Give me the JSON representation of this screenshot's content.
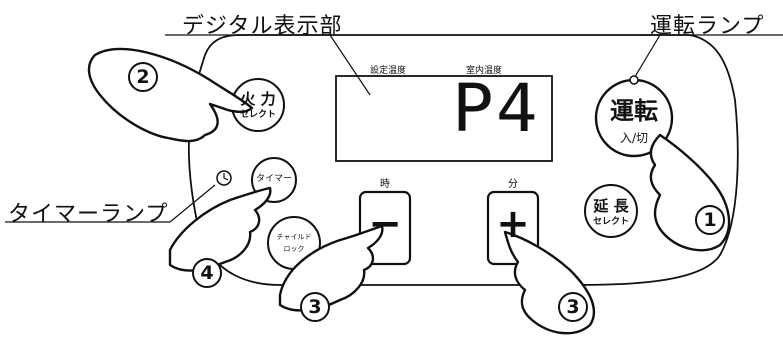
{
  "callouts": {
    "display_label": "デジタル表示部",
    "run_lamp_label": "運転ランプ",
    "timer_lamp_label": "タイマーランプ"
  },
  "display": {
    "set_temp_label": "設定温度",
    "room_temp_label": "室内温度",
    "value": "P4"
  },
  "buttons": {
    "heat_select": {
      "line1": "火 力",
      "line2": "セレクト"
    },
    "run": {
      "line1": "運転",
      "line2": "入/切"
    },
    "extend_select": {
      "line1": "延 長",
      "line2": "セレクト"
    },
    "timer": {
      "label": "タイマー"
    },
    "child_lock": {
      "line1": "チャイルド",
      "line2": "ロック"
    },
    "hour": {
      "label": "時",
      "symbol": "−"
    },
    "minute": {
      "label": "分",
      "symbol": "+"
    }
  },
  "steps": {
    "step1": "1",
    "step2": "2",
    "step3_left": "3",
    "step3_right": "3",
    "step4": "4"
  }
}
